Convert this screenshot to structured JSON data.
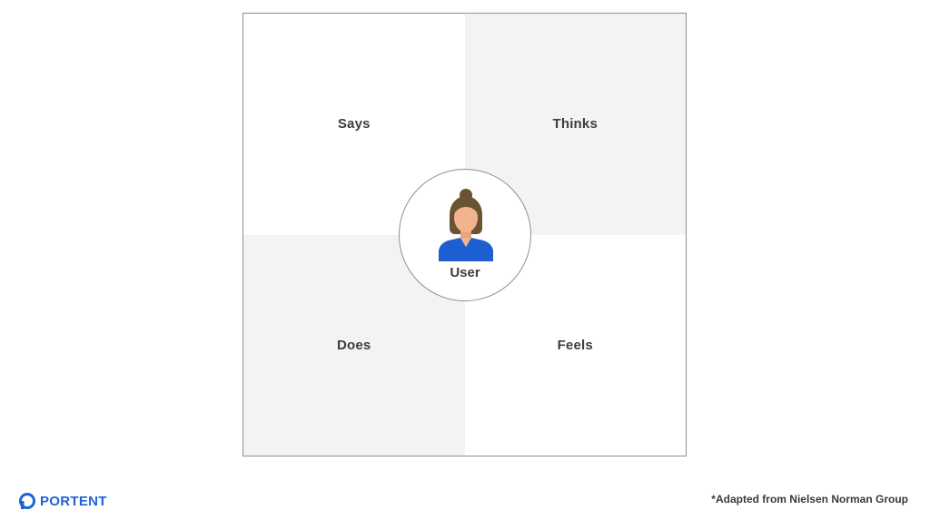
{
  "diagram": {
    "quadrants": {
      "top_left": "Says",
      "top_right": "Thinks",
      "bottom_left": "Does",
      "bottom_right": "Feels"
    },
    "center": {
      "label": "User",
      "icon": "user-avatar-icon"
    }
  },
  "footer": {
    "logo_text": "PORTENT",
    "credit": "*Adapted from Nielsen Norman Group"
  },
  "colors": {
    "quadrant_shade": "#f3f3f3",
    "border": "#8f8f8f",
    "brand_blue": "#1e63d6",
    "avatar_shirt": "#1d5fd1",
    "avatar_skin": "#f2b48f",
    "avatar_hair": "#6a5330"
  }
}
